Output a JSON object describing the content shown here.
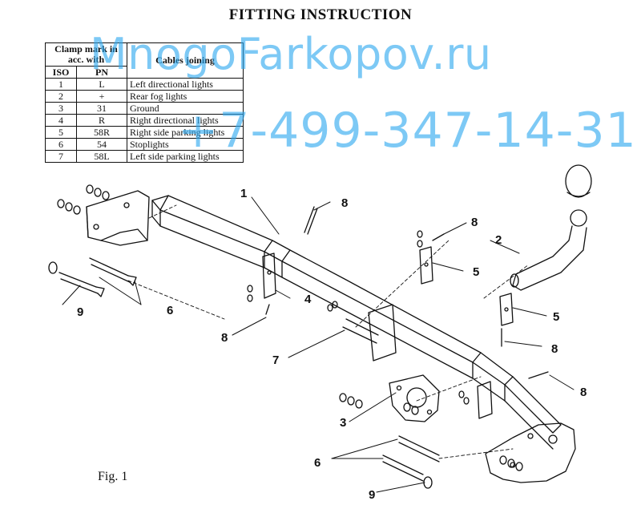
{
  "title": "FITTING INSTRUCTION",
  "table": {
    "header_clamp": "Clamp mark in acc. with",
    "header_iso": "ISO",
    "header_pn": "PN",
    "header_cables": "Cables joining",
    "rows": [
      {
        "iso": "1",
        "pn": "L",
        "desc": "Left directional lights"
      },
      {
        "iso": "2",
        "pn": "+",
        "desc": "Rear fog lights"
      },
      {
        "iso": "3",
        "pn": "31",
        "desc": "Ground"
      },
      {
        "iso": "4",
        "pn": "R",
        "desc": "Right directional lights"
      },
      {
        "iso": "5",
        "pn": "58R",
        "desc": "Right side parking lights"
      },
      {
        "iso": "6",
        "pn": "54",
        "desc": "Stoplights"
      },
      {
        "iso": "7",
        "pn": "58L",
        "desc": "Left side parking lights"
      }
    ]
  },
  "watermark": {
    "site": "MnogoFarkopov.ru",
    "phone": "+7-499-347-14-31",
    "color": "#2fa9f0"
  },
  "callouts": {
    "c1": "1",
    "c2": "2",
    "c3": "3",
    "c4": "4",
    "c5a": "5",
    "c5b": "5",
    "c6a": "6",
    "c6b": "6",
    "c7": "7",
    "c8a": "8",
    "c8b": "8",
    "c8c": "8",
    "c8d": "8",
    "c8e": "8",
    "c9a": "9",
    "c9b": "9"
  },
  "figure_label": "Fig. 1"
}
